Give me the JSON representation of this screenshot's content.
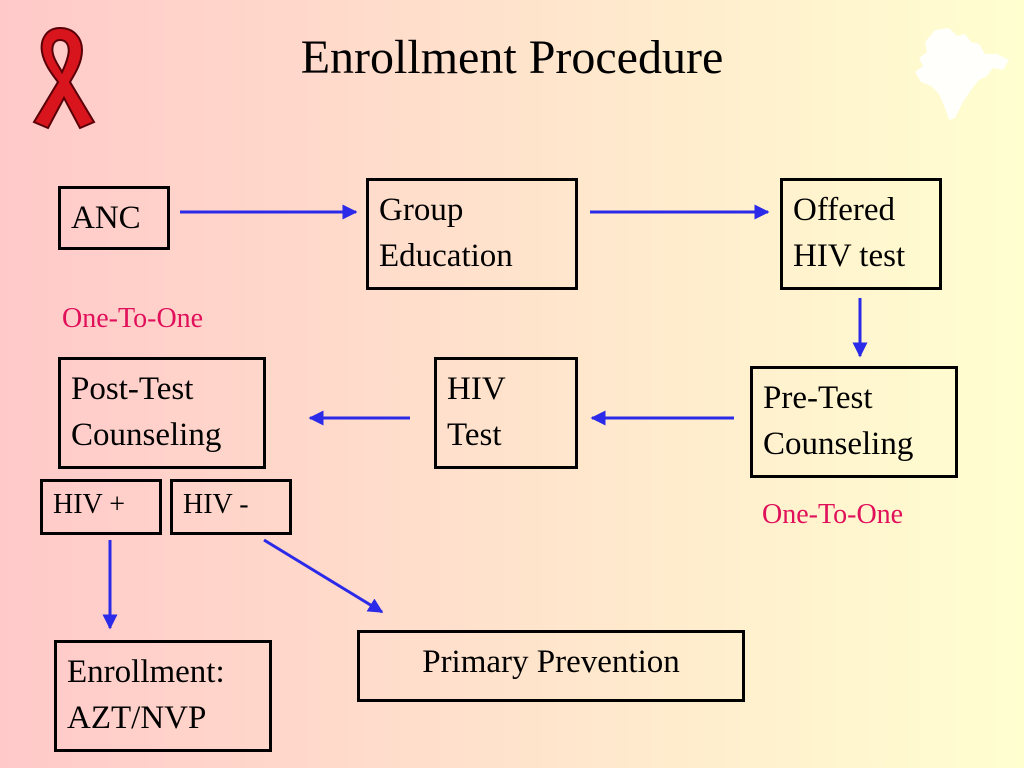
{
  "title": "Enrollment Procedure",
  "boxes": {
    "anc": "ANC",
    "group_education": [
      "Group",
      "Education"
    ],
    "offered_hiv_test": [
      "Offered",
      "HIV test"
    ],
    "pre_test_counseling": [
      "Pre-Test",
      "Counseling"
    ],
    "hiv_test": [
      "HIV",
      "Test"
    ],
    "post_test_counseling": [
      "Post-Test",
      "Counseling"
    ],
    "hiv_positive": "HIV +",
    "hiv_negative": "HIV -",
    "enrollment": [
      "Enrollment:",
      "AZT/NVP"
    ],
    "primary_prevention": "Primary Prevention"
  },
  "notes": {
    "one_to_one_top": "One-To-One",
    "one_to_one_right": "One-To-One"
  },
  "icons": {
    "ribbon": "red-ribbon-icon",
    "map": "india-map-icon"
  },
  "colors": {
    "arrow": "#2a2ae8",
    "note": "#e0105a",
    "ribbon": "#d8141c"
  }
}
